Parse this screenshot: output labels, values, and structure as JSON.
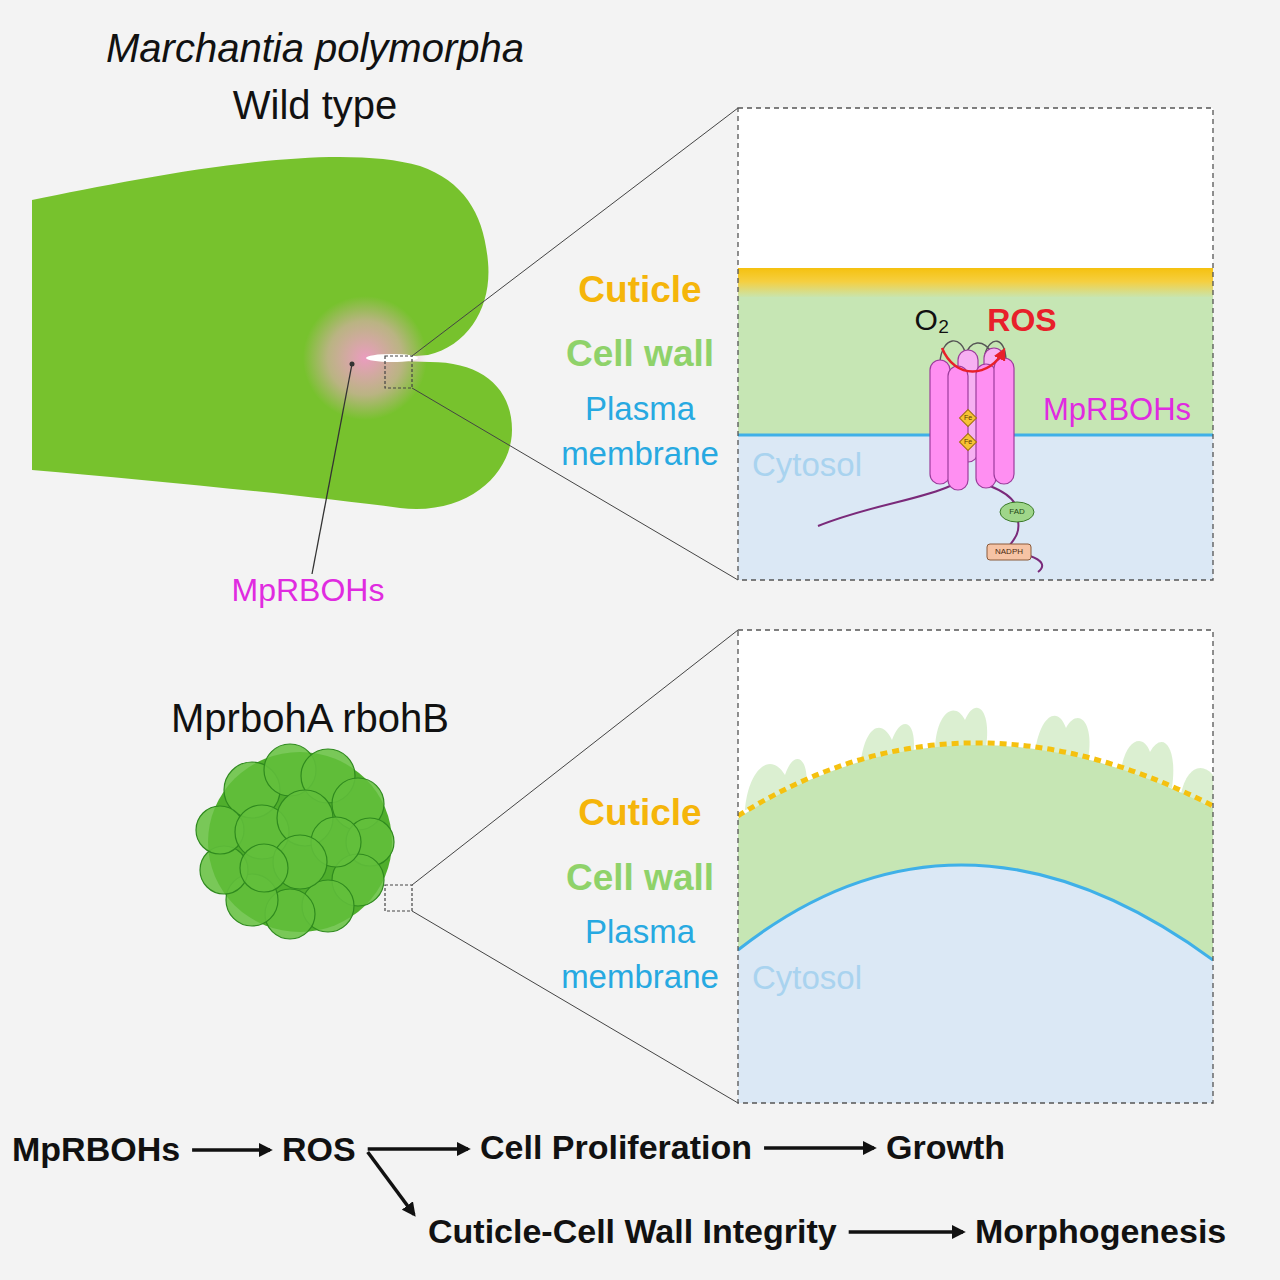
{
  "diagram": {
    "nodes": [
      {
        "text": [
          "MpRBOHs"
        ]
      },
      {
        "text": [
          "ROS"
        ]
      },
      {
        "text": [
          "Cell Proliferation"
        ]
      },
      {
        "text": [
          "Growth"
        ]
      },
      {
        "text": [
          "Cuticle-Cell Wall Integrity"
        ]
      },
      {
        "text": [
          "Morphogenesis"
        ]
      }
    ],
    "edges": [
      {
        "from": 0,
        "to": 1,
        "arrow": "to"
      },
      {
        "from": 1,
        "to": 2,
        "arrow": "to"
      },
      {
        "from": 2,
        "to": 3,
        "arrow": "to"
      },
      {
        "from": 1,
        "to": 4,
        "arrow": "to"
      },
      {
        "from": 4,
        "to": 5,
        "arrow": "to"
      }
    ],
    "labels": [
      "Marchantia polymorpha",
      "Wild type",
      "MpRBOHs",
      "Cuticle",
      "Cell wall",
      "Plasma membrane",
      "Cytosol",
      "O₂",
      "ROS",
      "MpRBOHs",
      "Fe",
      "Fe",
      "FAD",
      "NADPH",
      "MprbohA rbohB",
      "Cuticle",
      "Cell wall",
      "Plasma membrane",
      "Cytosol"
    ]
  }
}
